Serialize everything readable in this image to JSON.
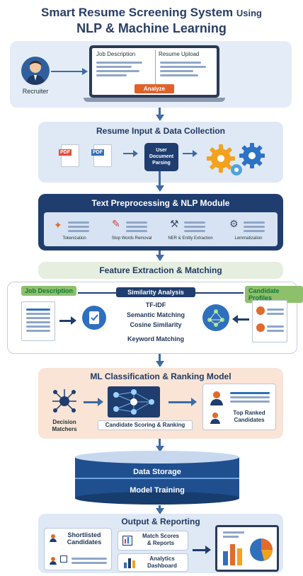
{
  "title": {
    "main": "Smart Resume Screening System",
    "using": "Using",
    "line2": "NLP & Machine Learning"
  },
  "top": {
    "recruiter_label": "Recruiter",
    "tab_job": "Job Description",
    "tab_resume": "Resume Upload",
    "analyze_button": "Analyze"
  },
  "input": {
    "header": "Resume Input & Data Collection",
    "pdf1": "PDF",
    "pdf2": "PDF",
    "parsing_line1": "User",
    "parsing_line2": "Document",
    "parsing_line3": "Parsing"
  },
  "nlp": {
    "header": "Text Preprocessing & NLP Module",
    "steps": [
      "Tokenization",
      "Stop Words Removal",
      "NER & Entity Extraction",
      "Lemmatization"
    ]
  },
  "feature": {
    "header": "Feature Extraction & Matching",
    "job_tag": "Job Description",
    "candidate_tag": "Candidate Profiles",
    "similarity": "Similarity Analysis",
    "methods": [
      "TF-IDF",
      "Semantic Matching",
      "Cosine Similarity",
      "Keyword Matching"
    ]
  },
  "ml": {
    "header": "ML Classification & Ranking Model",
    "decision_line1": "Decision",
    "decision_line2": "Matchers",
    "scoring": "Candidate Scoring & Ranking",
    "top_line1": "Top Ranked",
    "top_line2": "Candidates"
  },
  "storage": {
    "data_storage": "Data Storage",
    "model_training": "Model Training"
  },
  "output": {
    "header": "Output & Reporting",
    "shortlisted_line1": "Shortlisted",
    "shortlisted_line2": "Candidates",
    "match_line1": "Match Scores",
    "match_line2": "& Reports",
    "analytics_line1": "Analytics",
    "analytics_line2": "Dashboard"
  }
}
